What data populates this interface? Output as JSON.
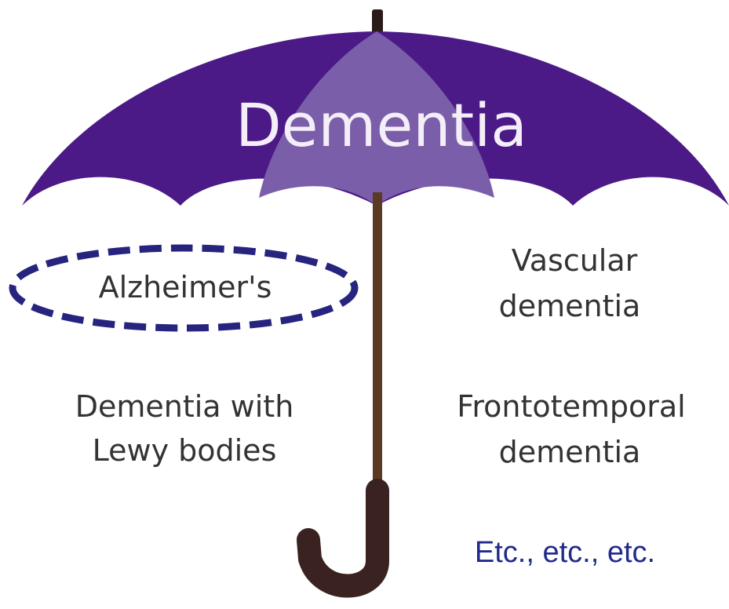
{
  "umbrella": {
    "title": "Dementia",
    "colors": {
      "canopy": "#4b1a86",
      "center_panel": "#7b5ea9",
      "handle": "#3a2220",
      "highlight_ellipse": "#26247e"
    }
  },
  "types": {
    "alzheimers": "Alzheimer's",
    "vascular_line1": "Vascular",
    "vascular_line2": "dementia",
    "lewy_line1": "Dementia with",
    "lewy_line2": "Lewy bodies",
    "frontotemporal_line1": "Frontotemporal",
    "frontotemporal_line2": "dementia"
  },
  "etc_text": "Etc., etc., etc.",
  "highlighted_type": "Alzheimer's"
}
